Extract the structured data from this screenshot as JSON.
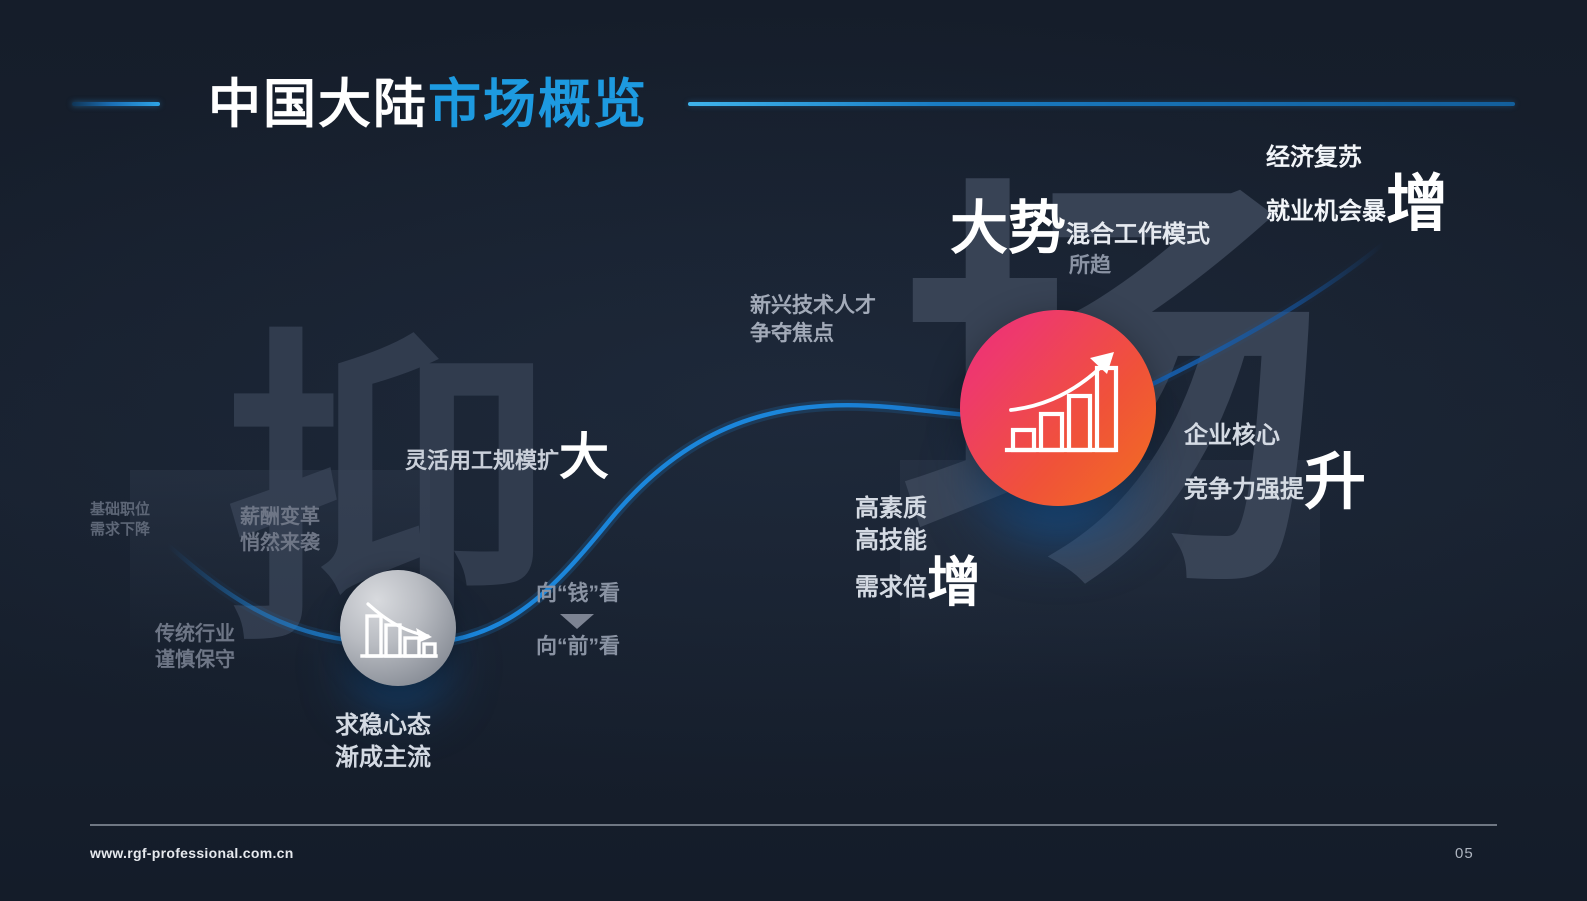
{
  "slide": {
    "background_color": "#161e2b",
    "accent_blue": "#1d9ae0",
    "curve_color": "#1573c7"
  },
  "header": {
    "title_white": "中国大陆",
    "title_blue": "市场概览"
  },
  "watermarks": {
    "left_glyph": "抑",
    "right_glyph": "场"
  },
  "nodes": {
    "down": {
      "icon": "bar-chart-down-arrow-icon",
      "caption_line1": "求稳心态",
      "caption_line2": "渐成主流"
    },
    "up": {
      "icon": "bar-chart-up-arrow-icon",
      "gradient_from": "#ec2b7b",
      "gradient_to": "#f2701f"
    }
  },
  "labels": {
    "base_jobs": {
      "line1": "基础职位",
      "line2": "需求下降"
    },
    "pay_reform": {
      "line1": "薪酬变革",
      "line2": "悄然来袭"
    },
    "traditional": {
      "line1": "传统行业",
      "line2": "谨慎保守"
    },
    "flexible": {
      "text": "灵活用工规模扩",
      "big": "大"
    },
    "money_first": "向“钱”看",
    "forward_first": "向“前”看",
    "emerging_tech": {
      "line1": "新兴技术人才",
      "line2": "争夺焦点"
    },
    "hybrid_work": {
      "line1": "混合工作模式",
      "line2": "所趋",
      "big": "大势"
    },
    "recovery": {
      "line1": "经济复苏",
      "line2": "就业机会暴",
      "big": "增"
    },
    "core_competitive": {
      "line1": "企业核心",
      "line2": "竞争力强提",
      "big": "升"
    },
    "high_quality": {
      "line1": "高素质",
      "line2": "高技能",
      "line3": "需求倍",
      "big": "增"
    }
  },
  "footer": {
    "url": "www.rgf-professional.com.cn",
    "page": "05"
  }
}
